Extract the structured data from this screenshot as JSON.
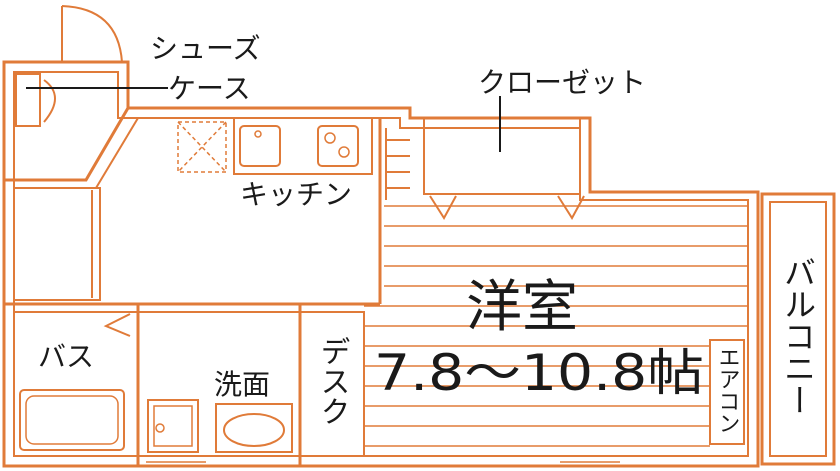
{
  "colors": {
    "wall": "#e07b39",
    "line": "#e07b39",
    "text": "#1a1a1a",
    "background": "#ffffff"
  },
  "labels": {
    "shoe_case_line1": "シューズ",
    "shoe_case_line2": "ケース",
    "closet": "クローゼット",
    "kitchen": "キッチン",
    "bath": "バス",
    "washroom": "洗面",
    "western_room": "洋室",
    "room_size": "7.8～10.8帖",
    "desk": "デスク",
    "aircon": "エアコン",
    "balcony": "バルコニー"
  }
}
